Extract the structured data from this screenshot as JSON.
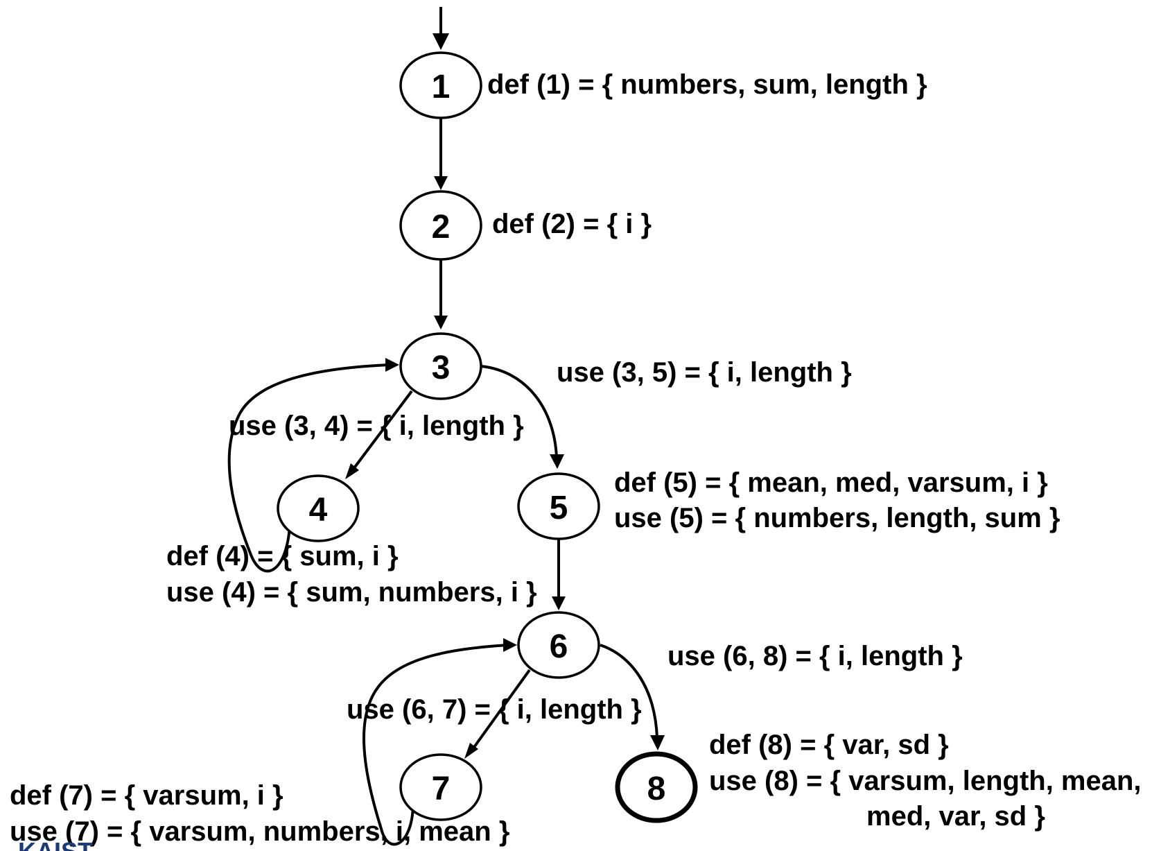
{
  "nodes": [
    {
      "id": "1",
      "label": "1",
      "final": false
    },
    {
      "id": "2",
      "label": "2",
      "final": false
    },
    {
      "id": "3",
      "label": "3",
      "final": false
    },
    {
      "id": "4",
      "label": "4",
      "final": false
    },
    {
      "id": "5",
      "label": "5",
      "final": false
    },
    {
      "id": "6",
      "label": "6",
      "final": false
    },
    {
      "id": "7",
      "label": "7",
      "final": false
    },
    {
      "id": "8",
      "label": "8",
      "final": true
    }
  ],
  "edges": [
    {
      "from": "entry",
      "to": "1"
    },
    {
      "from": "1",
      "to": "2"
    },
    {
      "from": "2",
      "to": "3"
    },
    {
      "from": "3",
      "to": "4"
    },
    {
      "from": "3",
      "to": "5"
    },
    {
      "from": "4",
      "to": "3"
    },
    {
      "from": "5",
      "to": "6"
    },
    {
      "from": "6",
      "to": "7"
    },
    {
      "from": "6",
      "to": "8"
    },
    {
      "from": "7",
      "to": "6"
    }
  ],
  "annotations": {
    "def_1": "def (1) = { numbers, sum, length }",
    "def_2": "def (2) = { i }",
    "use_3_5": "use (3, 5) = { i, length }",
    "use_3_4": "use (3, 4) = { i, length }",
    "def_5": "def (5) = { mean, med, varsum, i }",
    "use_5": "use (5) = { numbers, length, sum }",
    "def_4": "def (4) = { sum, i }",
    "use_4": "use (4) = { sum, numbers, i }",
    "use_6_8": "use (6, 8) = { i, length }",
    "use_6_7": "use (6, 7) = { i, length }",
    "def_8": "def (8) = { var, sd }",
    "use_8_line1": "use (8) = { varsum, length, mean,",
    "use_8_line2": "med, var, sd }",
    "def_7": "def (7) = { varsum, i }",
    "use_7": "use (7) = { varsum, numbers, i, mean }"
  },
  "logo": {
    "text": "KAIST",
    "color": "#1a3a7a"
  }
}
